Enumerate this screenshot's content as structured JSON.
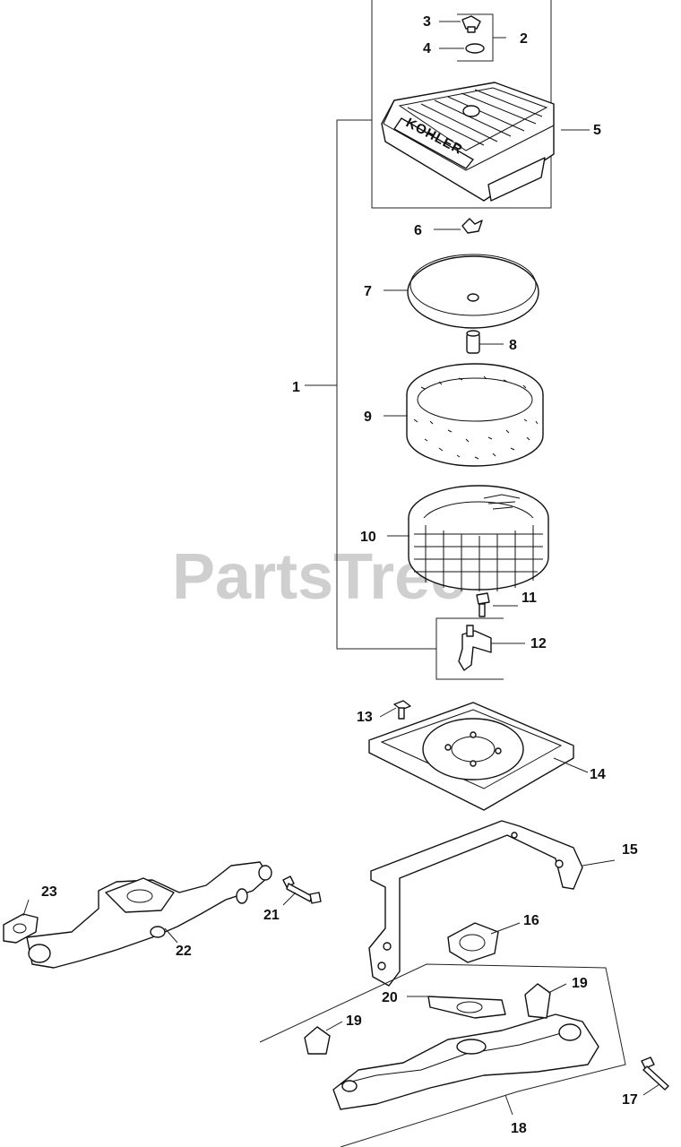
{
  "watermark": "PartsTree",
  "logo_text": "KOHLER",
  "callouts": {
    "c1": "1",
    "c2": "2",
    "c3": "3",
    "c4": "4",
    "c5": "5",
    "c6": "6",
    "c7": "7",
    "c8": "8",
    "c9": "9",
    "c10": "10",
    "c11": "11",
    "c12": "12",
    "c13": "13",
    "c14": "14",
    "c15": "15",
    "c16": "16",
    "c17": "17",
    "c18": "18",
    "c19a": "19",
    "c19b": "19",
    "c20": "20",
    "c21": "21",
    "c22": "22",
    "c23": "23"
  }
}
